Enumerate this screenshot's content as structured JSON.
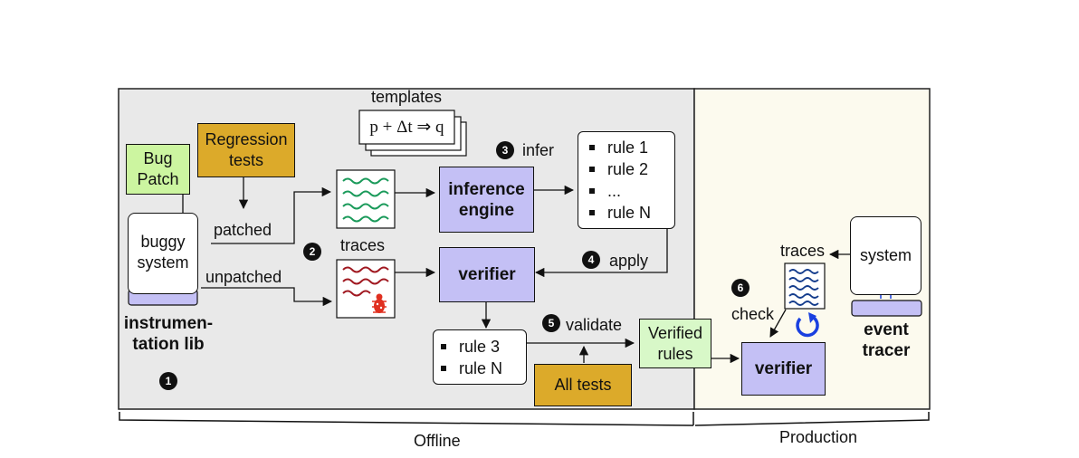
{
  "nodes": {
    "bug_patch": "Bug\nPatch",
    "regression_tests": "Regression\ntests",
    "buggy_system": "buggy\nsystem",
    "instrumentation_lib": "instrumen-\ntation lib",
    "templates_label": "templates",
    "template_formula": "p + Δt ⇒ q",
    "traces_label": "traces",
    "inference_engine": "inference\nengine",
    "verifier": "verifier",
    "rules": [
      "rule 1",
      "rule 2",
      "...",
      "rule N"
    ],
    "validated_rules": [
      "rule 3",
      "rule N"
    ],
    "all_tests": "All tests",
    "verified_rules": "Verified\nrules",
    "system": "system",
    "event_tracer": "event\ntracer",
    "prod_traces_label": "traces",
    "prod_verifier": "verifier"
  },
  "edges": {
    "patched": "patched",
    "unpatched": "unpatched",
    "infer": "infer",
    "apply": "apply",
    "validate": "validate",
    "check": "check"
  },
  "steps": [
    "1",
    "2",
    "3",
    "4",
    "5",
    "6"
  ],
  "sections": {
    "offline": "Offline",
    "production": "Production"
  },
  "colors": {
    "offline_bg": "#e9e9e9",
    "production_bg": "#fcfaee",
    "bug_patch_fill": "#ccf5a0",
    "regression_fill": "#dcaa2a",
    "engine_fill": "#c4c0f5",
    "verified_fill": "#d8f8c8",
    "green_trace": "#1a9a5a",
    "red_trace": "#a01820",
    "blue_trace": "#143c8c",
    "arrow_blue": "#1a40e0"
  }
}
